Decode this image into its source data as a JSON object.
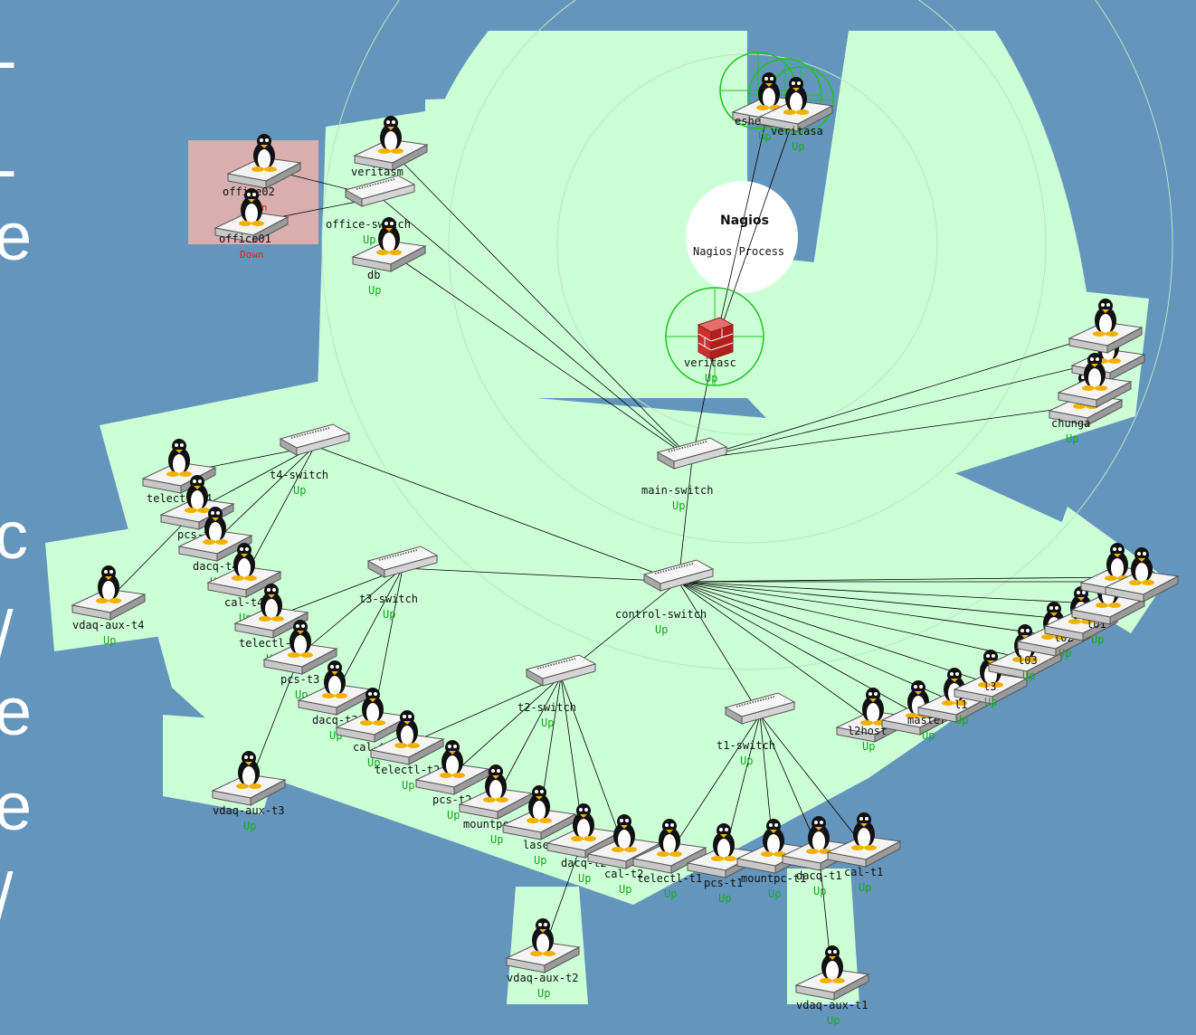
{
  "sidebar_glyphs": [
    "-",
    "-",
    "e",
    "c",
    "/",
    "e",
    "e",
    "/"
  ],
  "status_colors": {
    "up": "#17a81d",
    "down": "#e0201c",
    "wedge": "#ccffd6",
    "down_zone": "#d8aeae",
    "background": "#6495bd"
  },
  "nagios": {
    "logo": "Nagios",
    "process_label": "Nagios Process"
  },
  "hosts": [
    {
      "name": "veritasc",
      "status": "Up",
      "type": "firewall"
    },
    {
      "name": "esheli...",
      "status": "Up",
      "type": "linux"
    },
    {
      "name": "veritasa",
      "status": "Up",
      "type": "linux"
    },
    {
      "name": "veritasm",
      "status": "Up",
      "type": "linux"
    },
    {
      "name": "office-switch",
      "status": "Up",
      "type": "switch"
    },
    {
      "name": "office02",
      "status": "Down",
      "type": "linux"
    },
    {
      "name": "office01",
      "status": "Down",
      "type": "linux"
    },
    {
      "name": "db",
      "status": "Up",
      "type": "linux"
    },
    {
      "name": "main-switch",
      "status": "Up",
      "type": "switch"
    },
    {
      "name": "chunga",
      "status": "Up",
      "type": "linux"
    },
    {
      "name": "control-switch",
      "status": "Up",
      "type": "switch"
    },
    {
      "name": "t4-switch",
      "status": "Up",
      "type": "switch"
    },
    {
      "name": "telectl-t4",
      "status": "Up",
      "type": "linux"
    },
    {
      "name": "pcs-t4",
      "status": "Up",
      "type": "linux"
    },
    {
      "name": "dacq-t4",
      "status": "Up",
      "type": "linux"
    },
    {
      "name": "cal-t4",
      "status": "Up",
      "type": "linux"
    },
    {
      "name": "vdaq-aux-t4",
      "status": "Up",
      "type": "linux"
    },
    {
      "name": "t3-switch",
      "status": "Up",
      "type": "switch"
    },
    {
      "name": "telectl-t3",
      "status": "Up",
      "type": "linux"
    },
    {
      "name": "pcs-t3",
      "status": "Up",
      "type": "linux"
    },
    {
      "name": "dacq-t3",
      "status": "Up",
      "type": "linux"
    },
    {
      "name": "cal-t3",
      "status": "Up",
      "type": "linux"
    },
    {
      "name": "vdaq-aux-t3",
      "status": "Up",
      "type": "linux"
    },
    {
      "name": "t2-switch",
      "status": "Up",
      "type": "switch"
    },
    {
      "name": "telectl-t2",
      "status": "Up",
      "type": "linux"
    },
    {
      "name": "pcs-t2",
      "status": "Up",
      "type": "linux"
    },
    {
      "name": "mountpc-t2",
      "status": "Up",
      "type": "linux"
    },
    {
      "name": "laser",
      "status": "Up",
      "type": "linux"
    },
    {
      "name": "dacq-t2",
      "status": "Up",
      "type": "linux"
    },
    {
      "name": "cal-t2",
      "status": "Up",
      "type": "linux"
    },
    {
      "name": "vdaq-aux-t2",
      "status": "Up",
      "type": "linux"
    },
    {
      "name": "t1-switch",
      "status": "Up",
      "type": "switch"
    },
    {
      "name": "telectl-t1",
      "status": "Up",
      "type": "linux"
    },
    {
      "name": "pcs-t1",
      "status": "Up",
      "type": "linux"
    },
    {
      "name": "mountpc-t1",
      "status": "Up",
      "type": "linux"
    },
    {
      "name": "dacq-t1",
      "status": "Up",
      "type": "linux"
    },
    {
      "name": "cal-t1",
      "status": "Up",
      "type": "linux"
    },
    {
      "name": "vdaq-aux-t1",
      "status": "Up",
      "type": "linux"
    },
    {
      "name": "l2host",
      "status": "Up",
      "type": "linux"
    },
    {
      "name": "master",
      "status": "Up",
      "type": "linux"
    },
    {
      "name": "l1",
      "status": "Up",
      "type": "linux"
    },
    {
      "name": "l3",
      "status": "Up",
      "type": "linux"
    },
    {
      "name": "l03",
      "status": "Up",
      "type": "linux"
    },
    {
      "name": "l02",
      "status": "Up",
      "type": "linux"
    },
    {
      "name": "l01",
      "status": "Up",
      "type": "linux"
    },
    {
      "name": "",
      "status": "",
      "type": "linux"
    },
    {
      "name": "",
      "status": "",
      "type": "linux"
    },
    {
      "name": "",
      "status": "",
      "type": "linux"
    },
    {
      "name": "",
      "status": "",
      "type": "linux"
    },
    {
      "name": "",
      "status": "",
      "type": "linux"
    },
    {
      "name": "",
      "status": "",
      "type": "linux"
    }
  ]
}
